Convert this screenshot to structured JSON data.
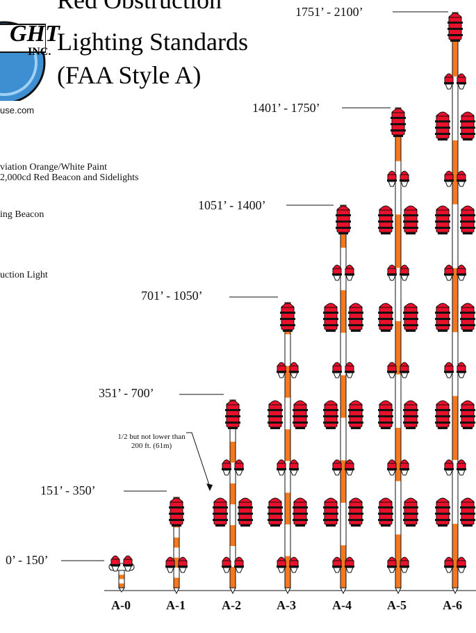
{
  "header": {
    "title_lines": [
      "Red Obstruction",
      "Lighting Standards",
      "(FAA Style A)"
    ],
    "website": "use.com",
    "logo_text": "GHT",
    "logo_inc": "INC."
  },
  "legend": {
    "paint": "viation Orange/White Paint",
    "beacon": "2,000cd Red Beacon and Sidelights",
    "flashing": "ing Beacon",
    "obstruction": "uction Light"
  },
  "ranges": [
    "0’ - 150’",
    "151’ - 350’",
    "351’ - 700’",
    "701’ - 1050’",
    "1051’ - 1400’",
    "1401’ - 1750’",
    "1751’ - 2100’"
  ],
  "towers": [
    "A-0",
    "A-1",
    "A-2",
    "A-3",
    "A-4",
    "A-5",
    "A-6"
  ],
  "note": "1/2 but not lower than 200 ft. (61m)",
  "colors": {
    "aviation_orange": "#F4781E",
    "light_red": "#E8102A",
    "outline": "#111111",
    "logo_blue": "#3E8FD2"
  }
}
